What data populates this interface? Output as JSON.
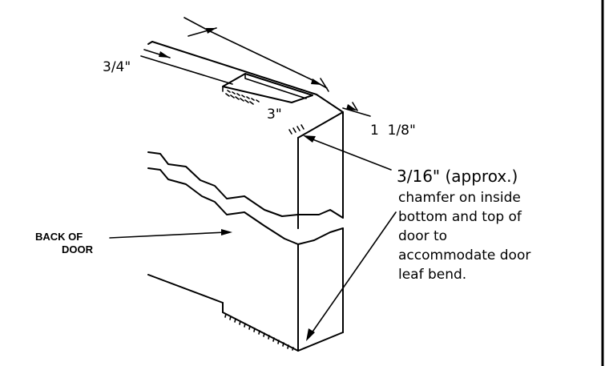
{
  "dimensions": {
    "width_label": "3/4\"",
    "length_label": "3\"",
    "thickness_label": "1  1/8\""
  },
  "note": {
    "lines": [
      "3/16\" (approx.)",
      "chamfer on inside",
      "bottom and top of",
      "door to",
      "accommodate door",
      "leaf bend."
    ]
  },
  "callout": {
    "line1": "BACK OF",
    "line2": "DOOR"
  }
}
